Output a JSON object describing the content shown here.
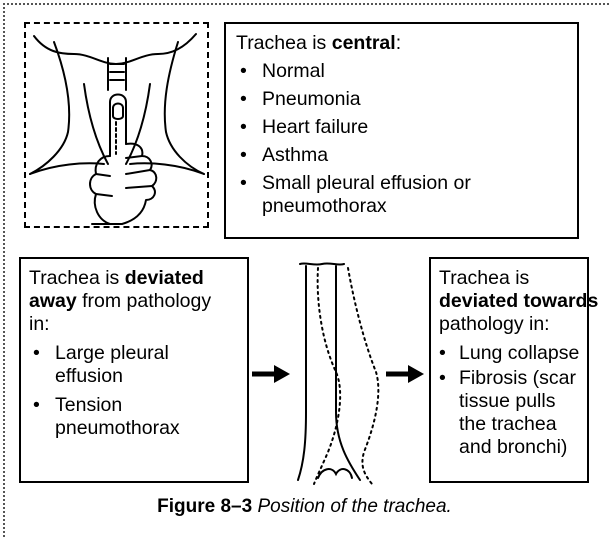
{
  "central_box": {
    "heading_prefix": "Trachea is ",
    "heading_bold": "central",
    "heading_suffix": ":",
    "items": [
      "Normal",
      "Pneumonia",
      "Heart failure",
      "Asthma",
      "Small pleural effusion or pneumothorax"
    ]
  },
  "away_box": {
    "line1_prefix": "Trachea is ",
    "line1_bold": "deviated",
    "line2_bold": "away",
    "line2_suffix": " from pathology",
    "line3": "in:",
    "items": [
      "Large pleural effusion",
      "Tension pneumothorax"
    ]
  },
  "towards_box": {
    "line1": "Trachea is",
    "line2_bold": "deviated towards",
    "line3": "pathology in:",
    "items": [
      "Lung collapse",
      "Fibrosis (scar tissue pulls the trachea and bronchi)"
    ]
  },
  "caption": {
    "label": "Figure 8–3",
    "text": " Position of the trachea."
  },
  "icons": {
    "neck_illustration": "finger-palpating-trachea-icon",
    "deviation_illustration": "deviated-trachea-icon",
    "arrows": "right-arrow-icon"
  }
}
